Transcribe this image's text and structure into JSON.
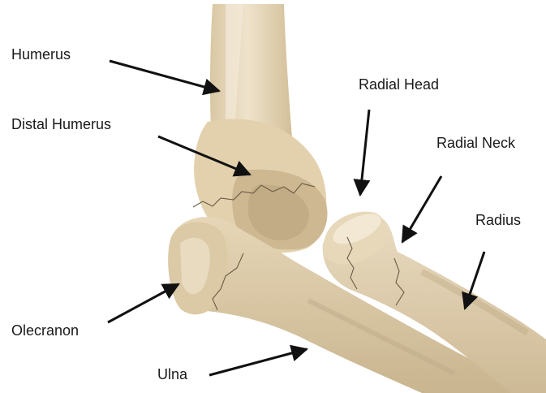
{
  "labels": {
    "humerus": "Humerus",
    "distal_humerus": "Distal Humerus",
    "radial_head": "Radial Head",
    "radial_neck": "Radial Neck",
    "radius": "Radius",
    "olecranon": "Olecranon",
    "ulna": "Ulna"
  },
  "colors": {
    "bone_light": "#efe3cc",
    "bone_mid": "#dccaa6",
    "bone_shade": "#c7b48f",
    "bone_dark": "#a8946f",
    "fracture_line": "#6b5a44",
    "arrow": "#111111"
  }
}
